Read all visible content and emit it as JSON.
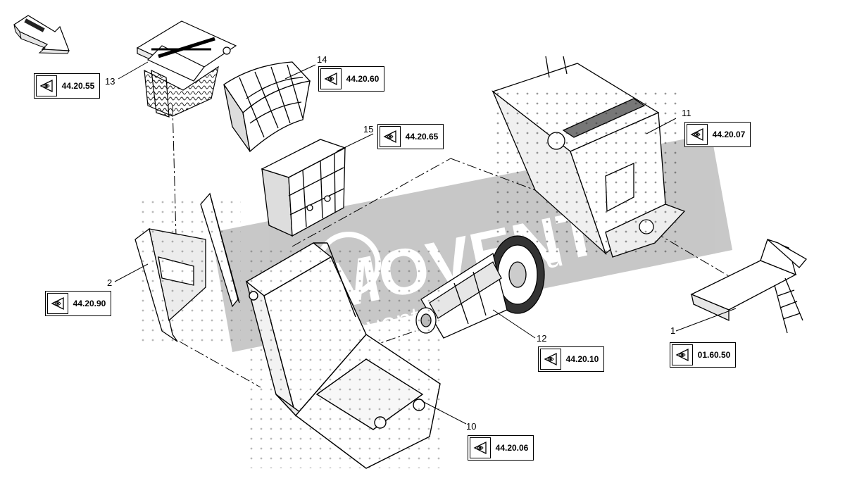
{
  "parts": [
    {
      "id": "p13",
      "number": "13",
      "ref": "44.20.55"
    },
    {
      "id": "p14",
      "number": "14",
      "ref": "44.20.60"
    },
    {
      "id": "p15",
      "number": "15",
      "ref": "44.20.65"
    },
    {
      "id": "p11",
      "number": "11",
      "ref": "44.20.07"
    },
    {
      "id": "p2",
      "number": "2",
      "ref": "44.20.90"
    },
    {
      "id": "p12",
      "number": "12",
      "ref": "44.20.10"
    },
    {
      "id": "p1",
      "number": "1",
      "ref": "01.60.50"
    },
    {
      "id": "p10",
      "number": "10",
      "ref": "44.20.06"
    }
  ],
  "watermark": {
    "brand": "MOVENTIT",
    "domain": "ru",
    "site": "movent",
    "color": "#8a8a8a"
  },
  "icons": {
    "reference": "eye-view-icon",
    "orientation": "direction-arrow-icon"
  }
}
